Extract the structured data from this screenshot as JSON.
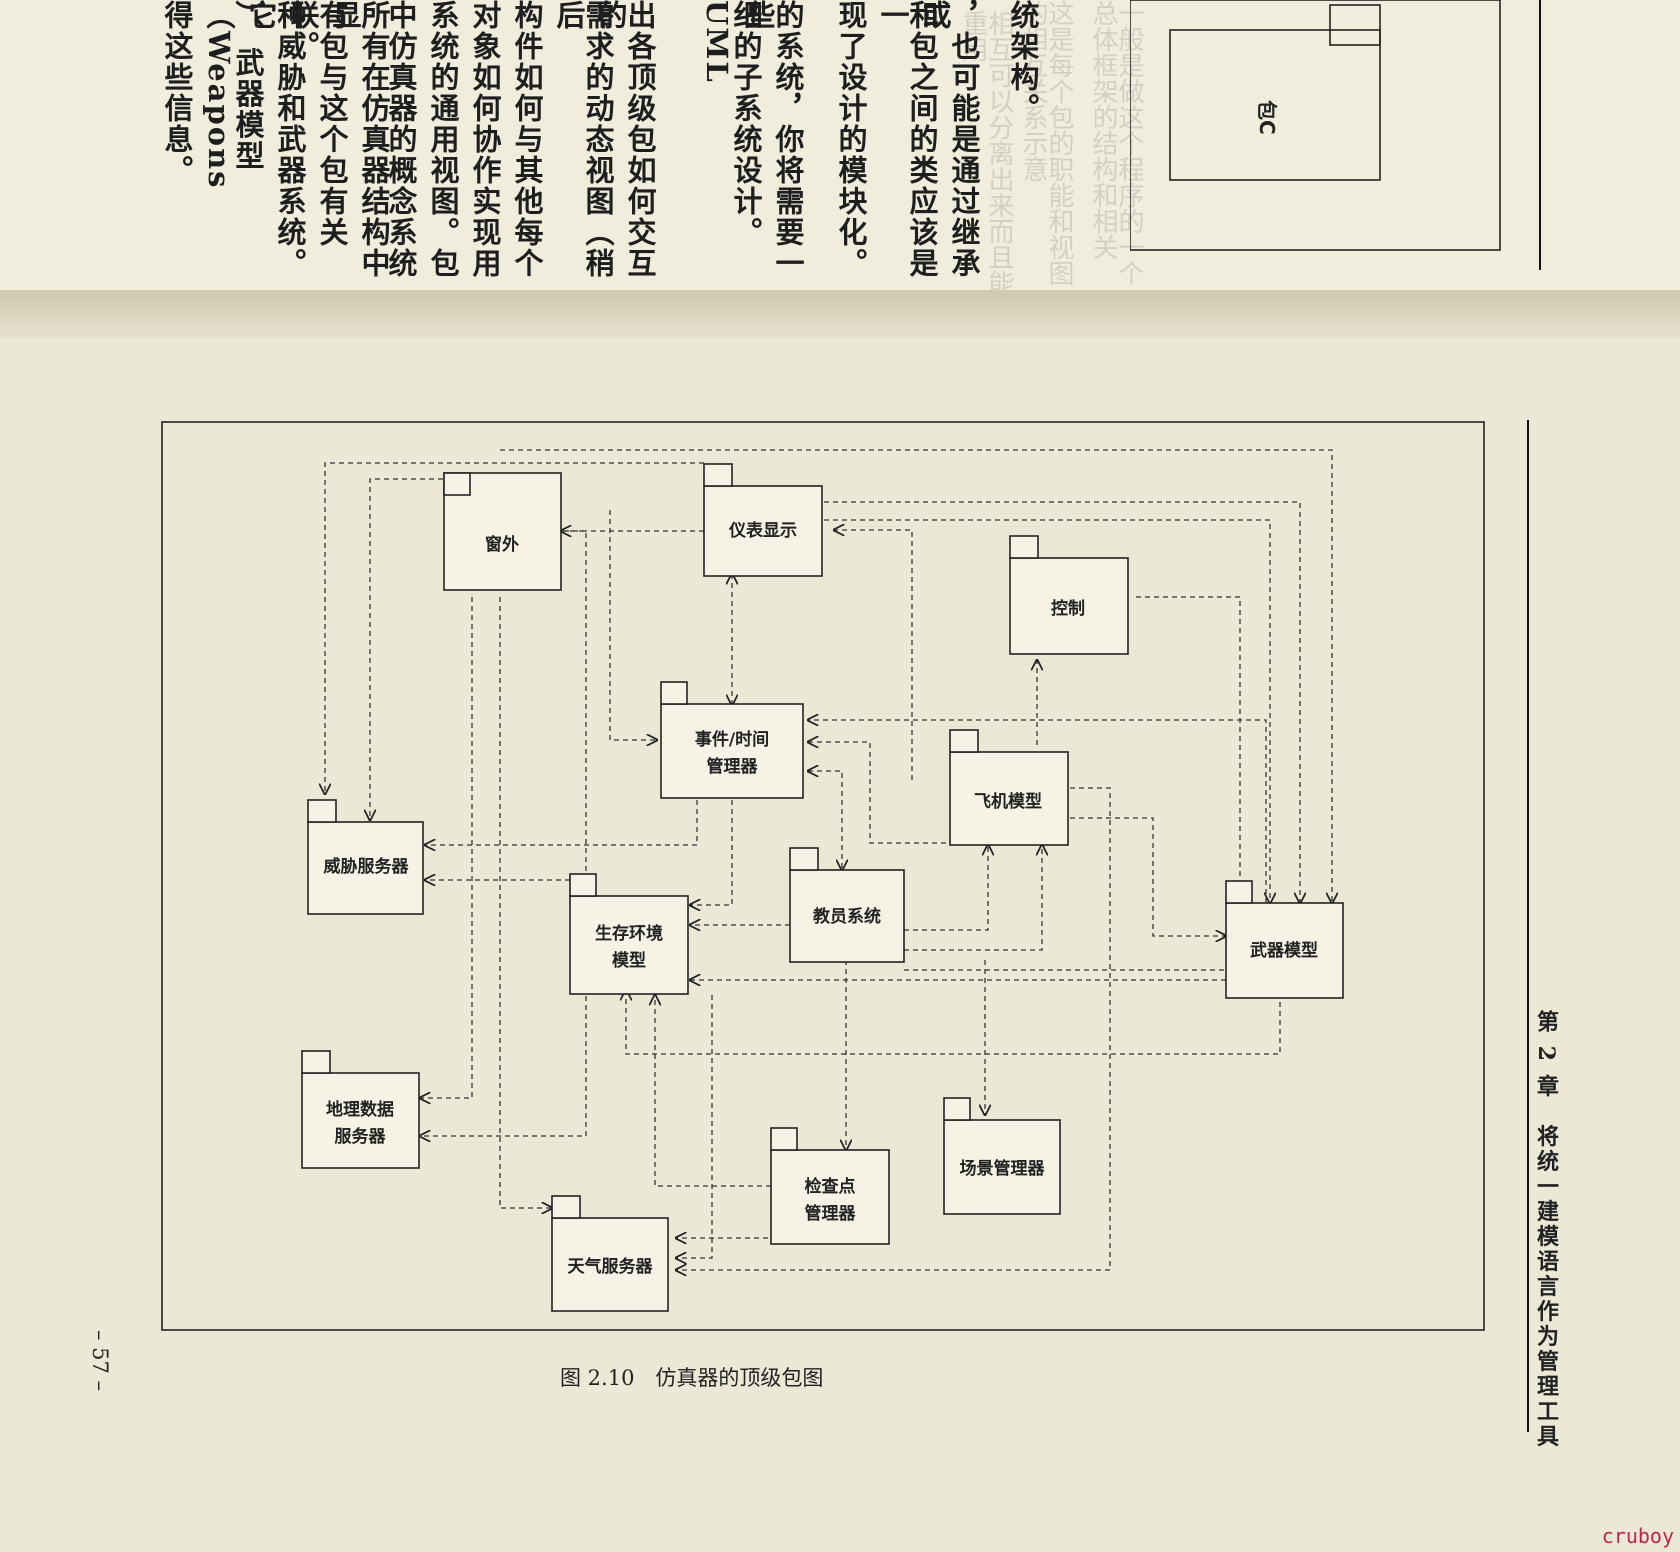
{
  "top_page": {
    "lines": [
      "所有在仿真器结构中显",
      "有包与这个包有关联。",
      "种威胁和武器系统。它",
      "）、武器模型（Weapons",
      "得这些信息。",
      "出各顶级包如何交互的",
      "需求的动态视图（稍后",
      "构件如何与其他每个",
      "对象如何协作实现用",
      "系统的通用视图。包",
      "中仿真器的概念系统",
      "的系统，你将需要一些",
      "细的子系统设计。UML",
      "，也可能是通过继承或",
      "和包之间的类应该是一",
      "现了设计的模块化。",
      "统架构。"
    ],
    "package_c_label": "包C"
  },
  "figure": {
    "packages": {
      "window_view": "窗外",
      "instrument_display": "仪表显示",
      "control": "控制",
      "event_time_manager_1": "事件/时间",
      "event_time_manager_2": "管理器",
      "aircraft_model": "飞机模型",
      "threat_server": "威胁服务器",
      "instructor_system": "教员系统",
      "survival_env_1": "生存环境",
      "survival_env_2": "模型",
      "weapon_model": "武器模型",
      "geo_server_1": "地理数据",
      "geo_server_2": "服务器",
      "checkpoint_manager_1": "检查点",
      "checkpoint_manager_2": "管理器",
      "scenario_manager": "场景管理器",
      "weather_server": "天气服务器"
    },
    "caption": "图 2.10　仿真器的顶级包图"
  },
  "page_number": "– 57 –",
  "chapter_header": "第 2 章　将统一建模语言作为管理工具",
  "watermark": "cruboy"
}
